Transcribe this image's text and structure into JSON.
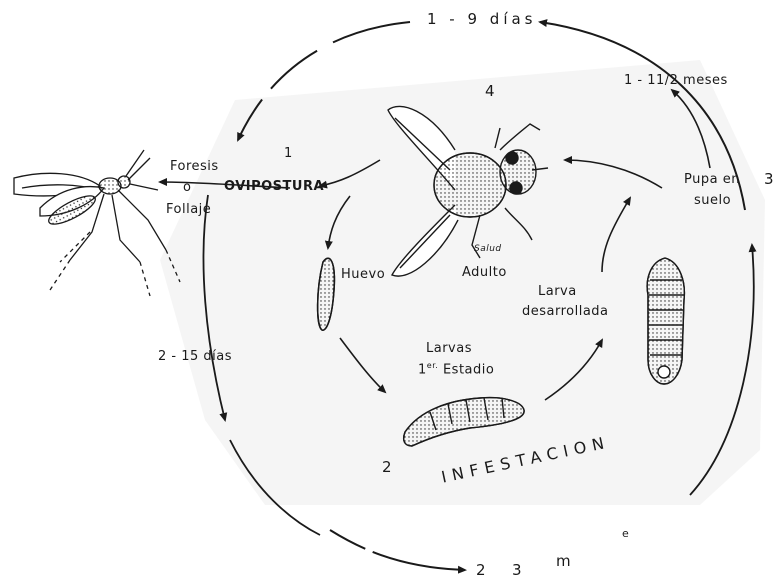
{
  "labels": {
    "top_arc": "1 - 9 días",
    "stage_1": "1",
    "foresis": "Foresis",
    "o": "o",
    "oviposture": "OVIPOSTURA",
    "follaje": "Follaje",
    "stage_4": "4",
    "adulto": "Adulto",
    "signature": "Salud",
    "pupa_time": "1 - 11/2 meses",
    "pupa_en": "Pupa en",
    "suelo": "suelo",
    "stage_3": "3",
    "huevo": "Huevo",
    "larva": "Larva",
    "desarrollada": "desarrollada",
    "larvas": "Larvas",
    "estadio_prefix": "1",
    "estadio_sup": "er.",
    "estadio_word": "Estadio",
    "left_time": "2 - 15 días",
    "stage_2": "2",
    "infestacion": "INFESTACION",
    "bottom_2": "2",
    "bottom_3": "3",
    "bottom_m": "m",
    "bottom_e": "e"
  },
  "colors": {
    "ink": "#1a1a1a",
    "paper": "#ffffff",
    "halftone": "#f1f1f1"
  }
}
